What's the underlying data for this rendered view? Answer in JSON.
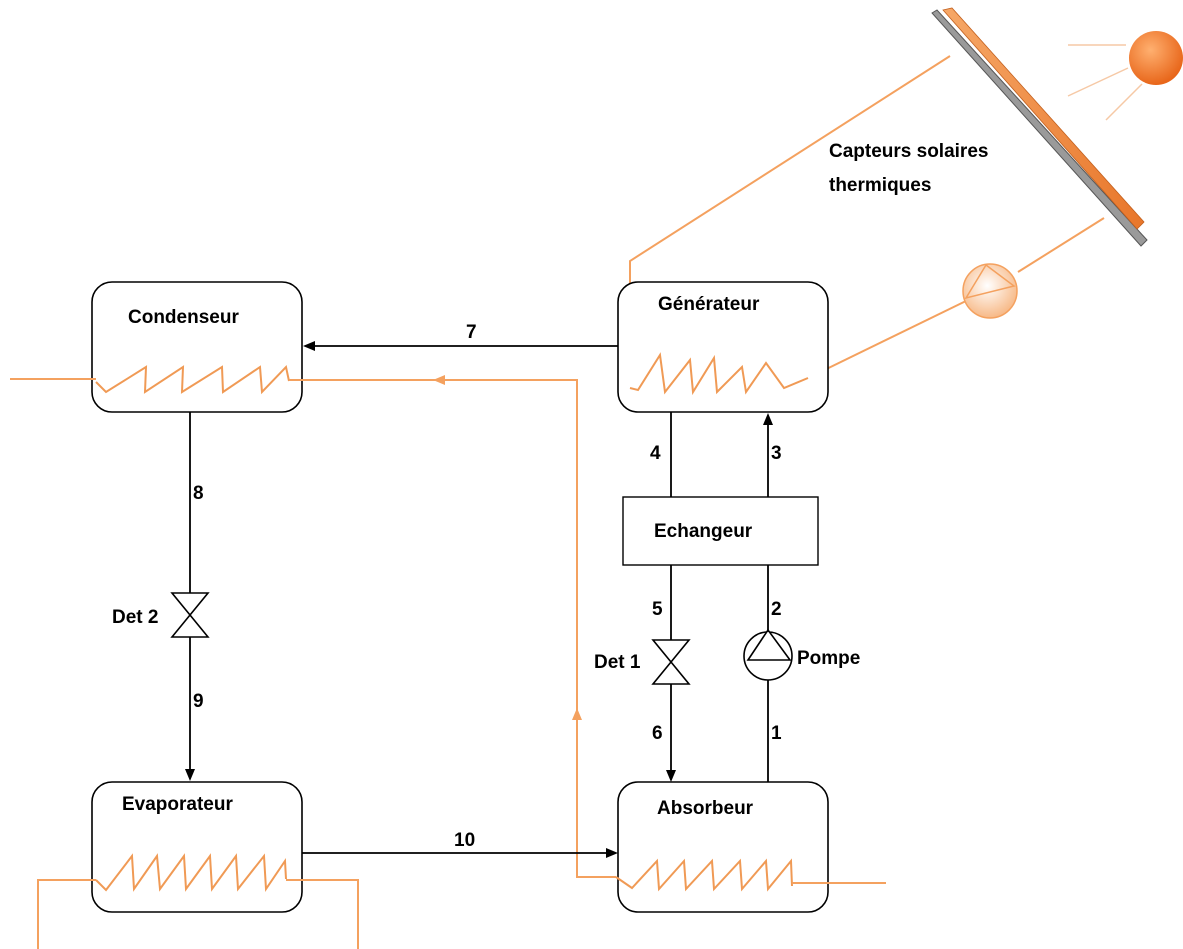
{
  "components": {
    "condenser": "Condenseur",
    "generator": "Générateur",
    "evaporator": "Evaporateur",
    "absorber": "Absorbeur",
    "exchanger": "Echangeur",
    "valve1": "Det 1",
    "valve2": "Det 2",
    "pump": "Pompe",
    "solar_line1": "Capteurs solaires",
    "solar_line2": "thermiques"
  },
  "streams": {
    "s1": "1",
    "s2": "2",
    "s3": "3",
    "s4": "4",
    "s5": "5",
    "s6": "6",
    "s7": "7",
    "s8": "8",
    "s9": "9",
    "s10": "10"
  },
  "colors": {
    "refrigerant_lines": "#000000",
    "heat_transfer_fluid": "#f4a15f",
    "collector_panel": "#f08a40",
    "sun": "#f07a20"
  },
  "icons": [
    "sun-icon",
    "solar-collector-icon",
    "pump-icon",
    "valve-icon",
    "coil-icon"
  ]
}
